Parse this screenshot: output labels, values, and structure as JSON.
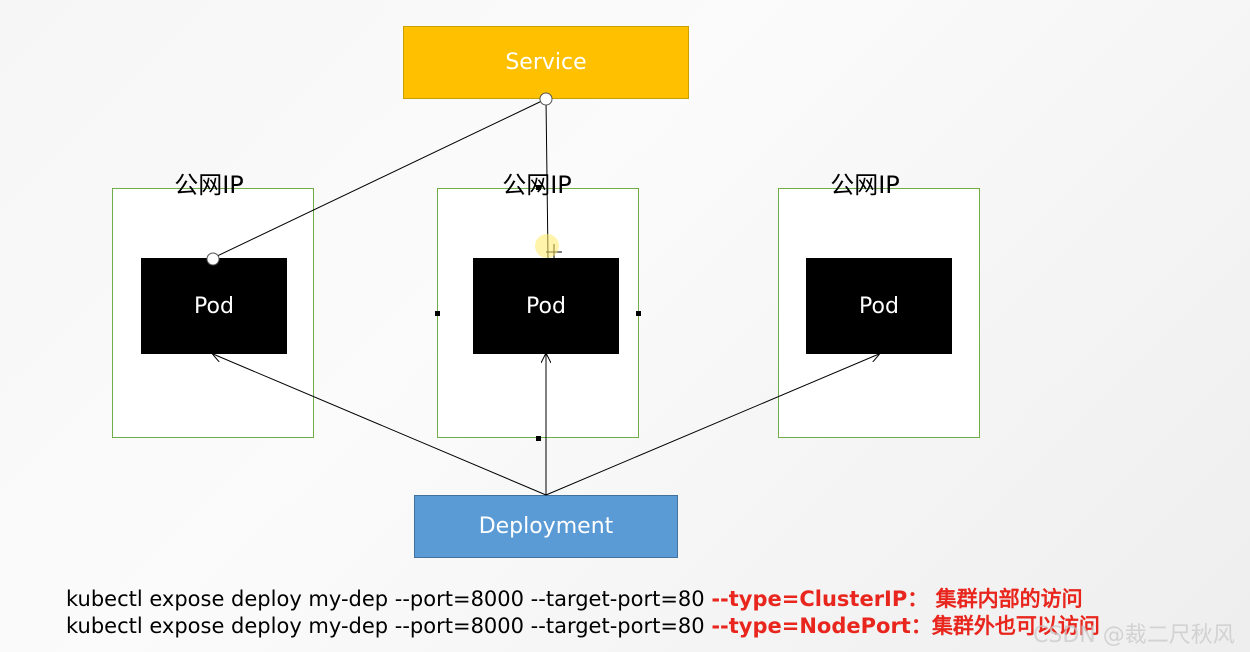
{
  "service": {
    "label": "Service"
  },
  "nodes": [
    {
      "ip_label": "公网IP",
      "pod_label": "Pod"
    },
    {
      "ip_label": "公网IP",
      "pod_label": "Pod"
    },
    {
      "ip_label": "公网IP",
      "pod_label": "Pod"
    }
  ],
  "deployment": {
    "label": "Deployment"
  },
  "commands": [
    {
      "base": "kubectl expose deploy my-dep --port=8000 --target-port=80",
      "flag": "--type=ClusterIP：  集群内部的访问"
    },
    {
      "base": "kubectl expose deploy my-dep --port=8000 --target-port=80",
      "flag": "--type=NodePort：集群外也可以访问"
    }
  ],
  "watermark": "CSDN @裁二尺秋风",
  "colors": {
    "service": "#ffc000",
    "deployment": "#5b9bd5",
    "node_border": "#70ad47",
    "flag": "#e8261d"
  }
}
